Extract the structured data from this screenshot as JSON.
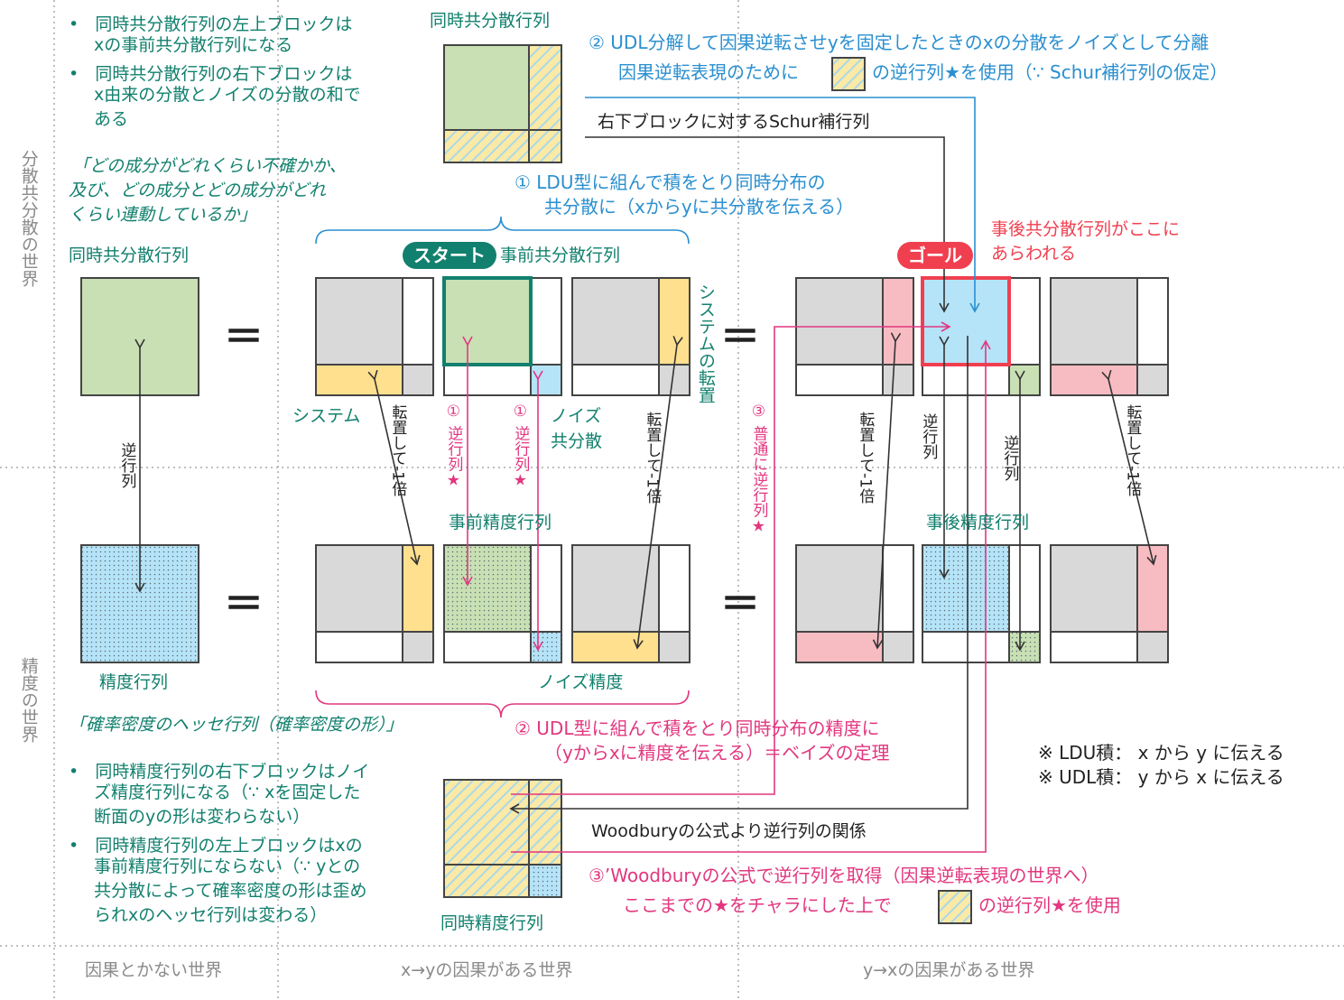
{
  "colors": {
    "gray_block": "#d9d9d9",
    "green_block": "#c8e0b4",
    "yellow_block": "#ffe08f",
    "blue_block": "#b5e3f7",
    "pink_block": "#f7bcc2",
    "teal": "#12806e",
    "blue": "#2a8fd0",
    "pink": "#e2377f",
    "red": "#f04050"
  },
  "notes_top": {
    "items": [
      "同時共分散行列の左上ブロックは",
      "xの事前共分散行列になる",
      "同時共分散行列の右下ブロックは",
      "x由来の分散とノイズの分散の和で",
      "ある"
    ],
    "quote": [
      "「どの成分がどれくらい不確かか、",
      "及び、どの成分とどの成分がどれ",
      "くらい連動しているか」"
    ]
  },
  "notes_bottom": {
    "quote": "「確率密度のヘッセ行列（確率密度の形）」",
    "items": [
      "同時精度行列の右下ブロックはノイ",
      "ズ精度行列になる（∵ xを固定した",
      "断面のyの形は変わらない）",
      "同時精度行列の左上ブロックはxの",
      "事前精度行列にならない（∵ yとの",
      "共分散によって確率密度の形は歪め",
      "られxのヘッセ行列は変わる）"
    ]
  },
  "world_labels": {
    "covariance": "分散共分散の世界",
    "precision": "精度の世界"
  },
  "bottom_labels": {
    "left": "因果とかない世界",
    "middle": "x→yの因果がある世界",
    "right": "y→xの因果がある世界"
  },
  "labels": {
    "joint_cov_top": "同時共分散行列",
    "joint_cov": "同時共分散行列",
    "precision": "精度行列",
    "inverse": "逆行列",
    "start": "スタート",
    "prior_cov": "事前共分散行列",
    "goal": "ゴール",
    "posterior_cov_line1": "事後共分散行列がここに",
    "posterior_cov_line2": "あらわれる",
    "system": "システム",
    "system_t": "システムの転置",
    "noise_cov_1": "ノイズ",
    "noise_cov_2": "共分散",
    "prior_prec": "事前精度行列",
    "posterior_prec": "事後精度行列",
    "noise_prec": "ノイズ精度",
    "joint_prec": "同時精度行列",
    "transpose_neg": "転置して-1倍",
    "inv_star_1": "① 逆行列★",
    "inv_star_3": "③ 普通に逆行列★",
    "inv": "逆行列",
    "schur": "右下ブロックに対するSchur補行列",
    "woodbury": "Woodburyの公式より逆行列の関係"
  },
  "steps": {
    "s1_line1": "① LDU型に組んで積をとり同時分布の",
    "s1_line2": "共分散に（xからyに共分散を伝える）",
    "s2_line1": "② UDL分解して因果逆転させyを固定したときのxの分散をノイズとして分離",
    "s2_line2a": "因果逆転表現のために",
    "s2_line2b": "の逆行列★を使用（∵ Schur補行列の仮定）",
    "s2p_line1": "② UDL型に組んで積をとり同時分布の精度に",
    "s2p_line2": "（yからxに精度を伝える）＝ベイズの定理",
    "s3_line1": "③’Woodburyの公式で逆行列を取得（因果逆転表現の世界へ）",
    "s3_line2a": "ここまでの★をチャラにした上で",
    "s3_line2b": "の逆行列★を使用"
  },
  "legend": {
    "ldu": "※ LDU積： x から y に伝える",
    "udl": "※ UDL積： y から x に伝える"
  }
}
